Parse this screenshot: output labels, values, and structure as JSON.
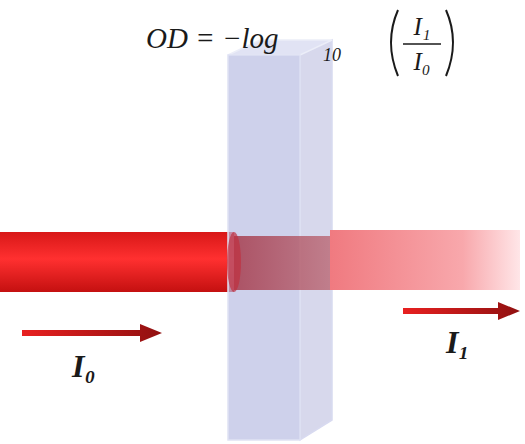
{
  "diagram": {
    "labels": [
      "OD = −log",
      "10",
      "I₁",
      "I₀",
      "I₀",
      "I₁"
    ]
  }
}
